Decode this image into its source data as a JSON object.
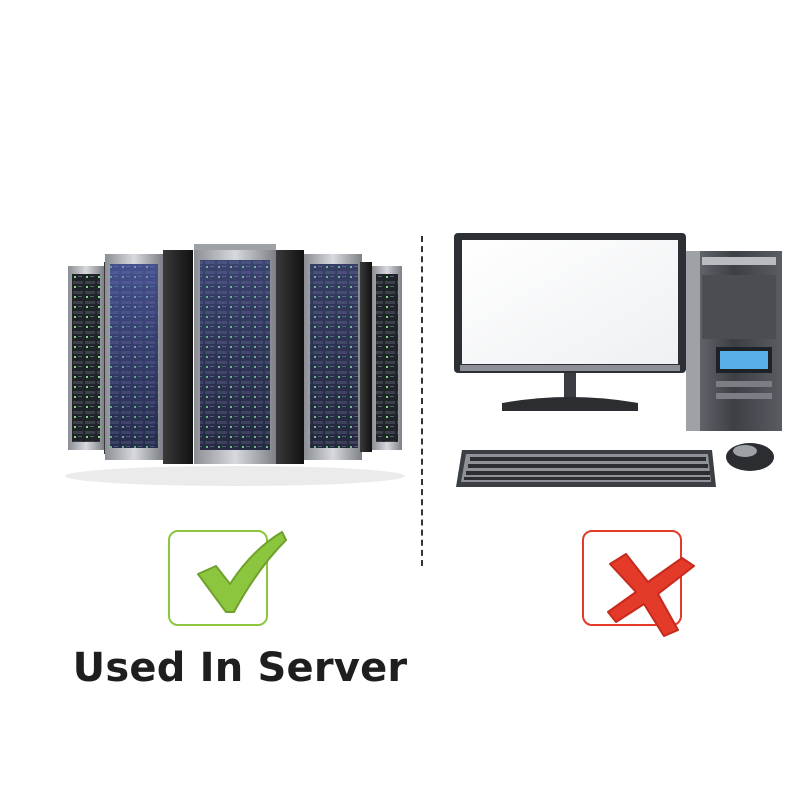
{
  "caption": "Used In Server",
  "colors": {
    "approved": "#8cc63f",
    "rejected": "#e33a2a",
    "text": "#1e1e1e"
  },
  "icons": {
    "left_mark": "checkmark-icon",
    "right_mark": "x-mark-icon"
  },
  "illustrations": {
    "left": "server-racks-illustration",
    "right": "desktop-pc-illustration"
  }
}
